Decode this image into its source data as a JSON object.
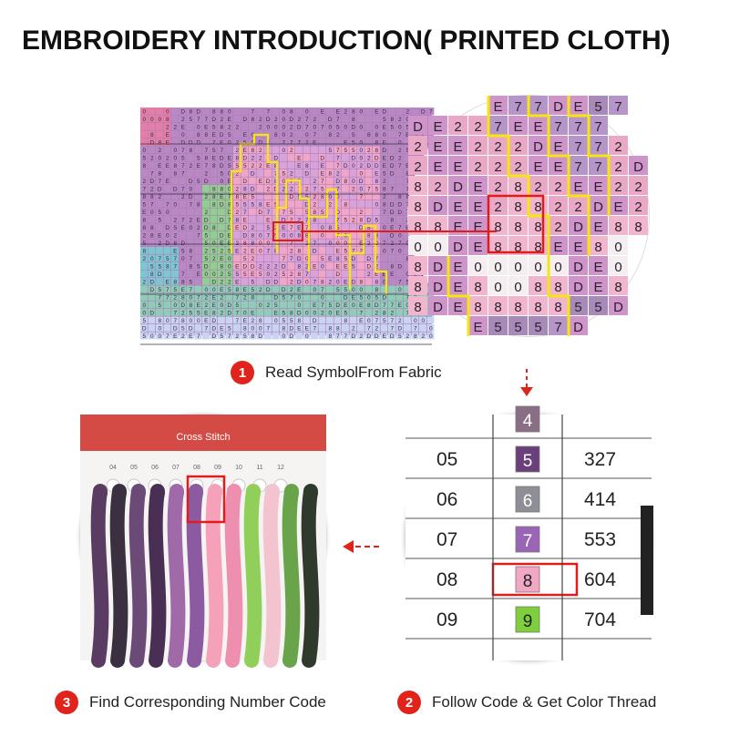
{
  "title": "EMBROIDERY INTRODUCTION( PRINTED CLOTH)",
  "steps": [
    {
      "number": "1",
      "label": "Read SymbolFrom Fabric"
    },
    {
      "number": "2",
      "label": "Follow Code & Get Color Thread"
    },
    {
      "number": "3",
      "label": "Find Corresponding Number Code"
    }
  ],
  "legend": {
    "rows": [
      {
        "code": "",
        "symbol": "4",
        "dmc": "",
        "swatch": "#8a6e86"
      },
      {
        "code": "05",
        "symbol": "5",
        "dmc": "327",
        "swatch": "#6b3f7a"
      },
      {
        "code": "06",
        "symbol": "6",
        "dmc": "414",
        "swatch": "#8e8e96"
      },
      {
        "code": "07",
        "symbol": "7",
        "dmc": "553",
        "swatch": "#9a65b4"
      },
      {
        "code": "08",
        "symbol": "8",
        "dmc": "604",
        "swatch": "#f2a7c4"
      },
      {
        "code": "09",
        "symbol": "9",
        "dmc": "704",
        "swatch": "#7fcf3c"
      }
    ]
  },
  "thread_card": {
    "label": "Cross Stitch",
    "hole_numbers": [
      "04",
      "05",
      "06",
      "07",
      "08",
      "09",
      "10",
      "11",
      "12"
    ]
  },
  "zoom_rows": [
    "E77DE57",
    "DE227EE777",
    "2EE222DE772",
    "2EE222EE772D",
    "82DE2822EE22",
    "8DEE28822DE2",
    "88EE8882DE88",
    "00DE888EE80",
    "8DE00000DE0",
    "8DE80088DE8",
    "8DE8888855D",
    "E5557D"
  ],
  "colors": {
    "accent": "#e0241b",
    "highlight": "#e01d1d",
    "yellow": "#f5e60f"
  }
}
